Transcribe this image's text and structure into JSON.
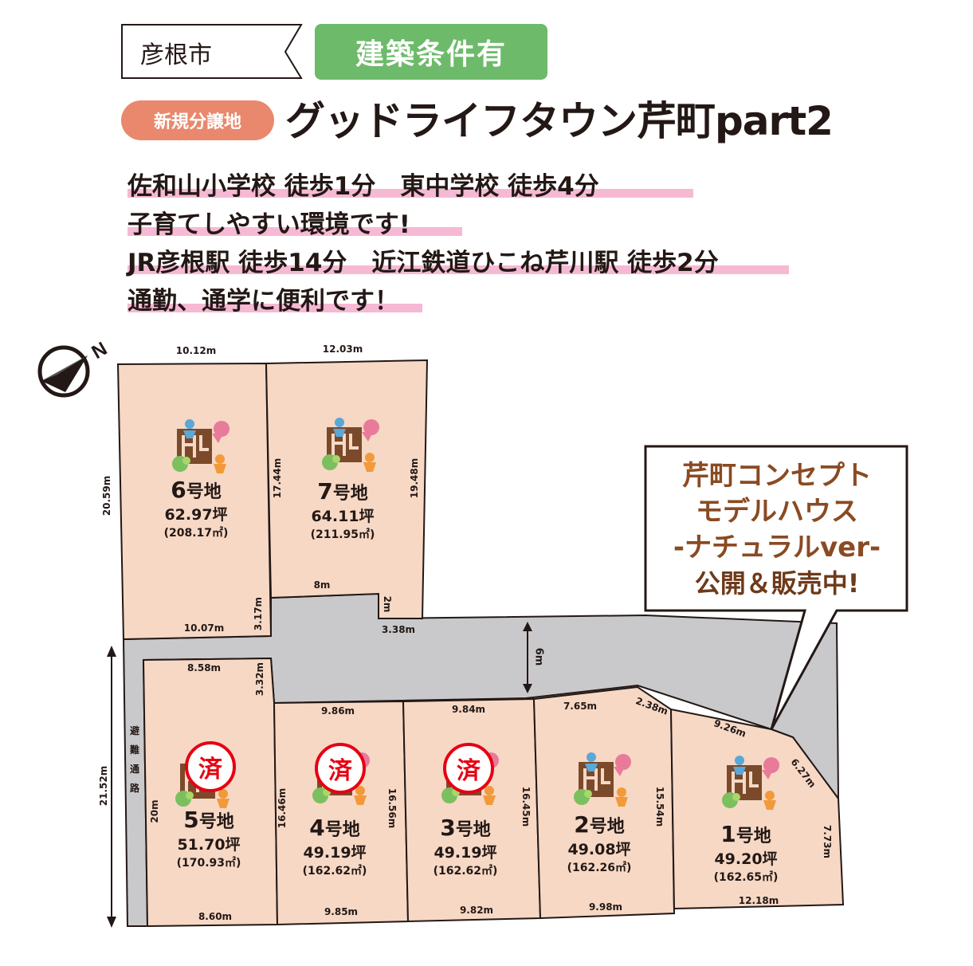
{
  "header": {
    "city": "彦根市",
    "condition_badge": "建築条件有",
    "new_badge": "新規分譲地",
    "title": "グッドライフタウン芹町part2"
  },
  "description": [
    "佐和山小学校 徒歩1分　東中学校 徒歩4分",
    "子育てしやすい環境です!",
    "JR彦根駅 徒歩14分　近江鉄道ひこね芹川駅 徒歩2分",
    "通勤、通学に便利です！"
  ],
  "compass_label": "N",
  "callout": [
    "芹町コンセプト",
    "モデルハウス",
    "-ナチュラルver-",
    "公開＆販売中!"
  ],
  "lots": [
    {
      "id": "6",
      "suffix": "号地",
      "tsubo": "62.97坪",
      "sqm": "(208.17㎡)",
      "status": "available"
    },
    {
      "id": "7",
      "suffix": "号地",
      "tsubo": "64.11坪",
      "sqm": "(211.95㎡)",
      "status": "available"
    },
    {
      "id": "5",
      "suffix": "号地",
      "tsubo": "51.70坪",
      "sqm": "(170.93㎡)",
      "status": "sold"
    },
    {
      "id": "4",
      "suffix": "号地",
      "tsubo": "49.19坪",
      "sqm": "(162.62㎡)",
      "status": "sold"
    },
    {
      "id": "3",
      "suffix": "号地",
      "tsubo": "49.19坪",
      "sqm": "(162.62㎡)",
      "status": "sold"
    },
    {
      "id": "2",
      "suffix": "号地",
      "tsubo": "49.08坪",
      "sqm": "(162.26㎡)",
      "status": "available"
    },
    {
      "id": "1",
      "suffix": "号地",
      "tsubo": "49.20坪",
      "sqm": "(162.65㎡)",
      "status": "available"
    }
  ],
  "sold_mark": "済",
  "evacuation_path": "避難通路",
  "road_width": "6m",
  "dimensions": {
    "d1": "10.12m",
    "d2": "12.03m",
    "d3": "20.59m",
    "d4": "17.44m",
    "d5": "19.48m",
    "d6": "8m",
    "d7": "2m",
    "d8": "10.07m",
    "d9": "3.17m",
    "d10": "3.38m",
    "d11": "8.58m",
    "d12": "3.32m",
    "d13": "9.86m",
    "d14": "9.84m",
    "d15": "7.65m",
    "d16": "2.38m",
    "d17": "9.26m",
    "d18": "6.27m",
    "d19": "21.52m",
    "d20": "20m",
    "d21": "16.46m",
    "d22": "16.56m",
    "d23": "16.45m",
    "d24": "15.54m",
    "d25": "7.73m",
    "d26": "8.60m",
    "d27": "9.85m",
    "d28": "9.82m",
    "d29": "9.98m",
    "d30": "12.18m"
  },
  "colors": {
    "lot_fill": "#f6d8c5",
    "road_fill": "#c9c9cb",
    "accent_green": "#6dba6a",
    "accent_orange": "#e9886c",
    "highlight_pink": "#f6b9d4",
    "sold_red": "#e60012",
    "callout_brown": "#8a4a22"
  }
}
